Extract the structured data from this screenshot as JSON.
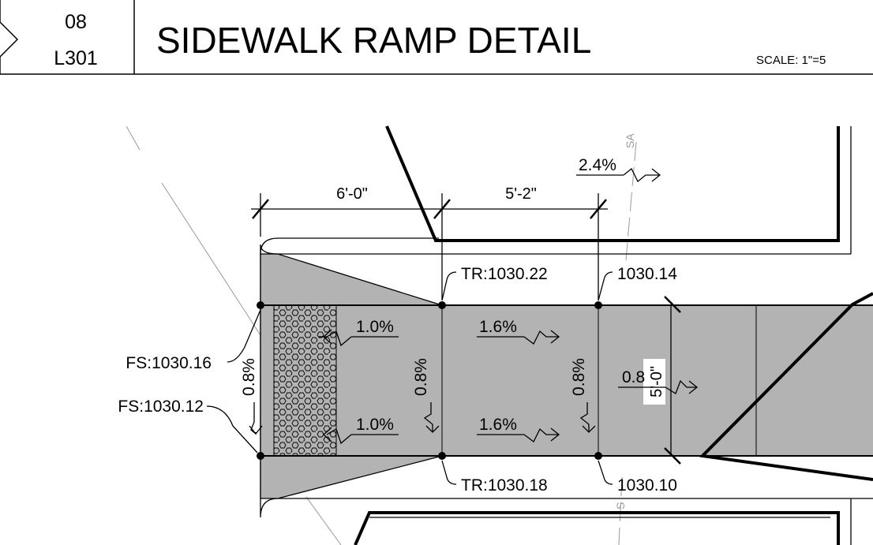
{
  "header": {
    "sheet_number": "08",
    "sheet_code": "L301",
    "title": "SIDEWALK RAMP DETAIL",
    "scale": "SCALE: 1\"=5"
  },
  "dimensions": {
    "top_left": "6'-0\"",
    "top_right": "5'-2\"",
    "width": "5'-0\""
  },
  "elevations": {
    "fs_upper": "FS:1030.16",
    "fs_lower": "FS:1030.12",
    "tr_upper": "TR:1030.22",
    "tr_lower": "TR:1030.18",
    "el_upper": "1030.14",
    "el_lower": "1030.10"
  },
  "slopes": {
    "top": "2.4%",
    "landing_upper": "1.0%",
    "landing_lower": "1.0%",
    "ramp_upper": "1.6%",
    "ramp_lower": "1.6%",
    "cross_left": "0.8%",
    "cross_mid": "0.8%",
    "cross_right": "0.8%",
    "right_partial": "0.8"
  },
  "annotations": {
    "sa_upper": "SA",
    "sa_lower": "S"
  },
  "colors": {
    "concrete": "#b3b3b3",
    "line": "#000000",
    "reference_line": "#9a9a9a"
  }
}
